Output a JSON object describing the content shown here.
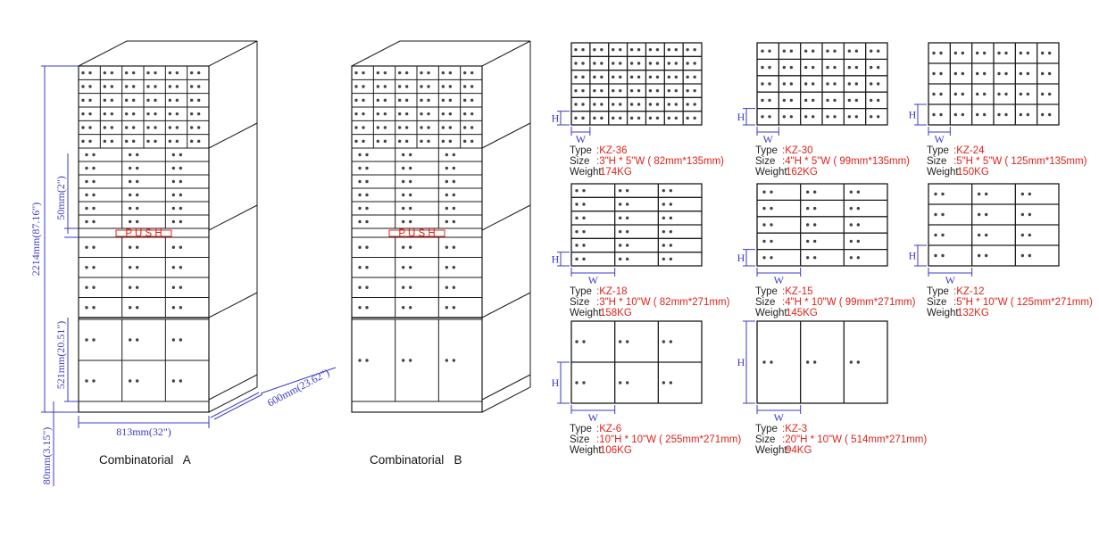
{
  "colors": {
    "line": "#1a1a1a",
    "dimension": "#3a3ac8",
    "accent_red": "#e0231c"
  },
  "cabinet_a": {
    "caption": "Combinatorial   A",
    "push_label": "P U S H",
    "dimensions": {
      "total_height": "2214mm(87.16\")",
      "row_height": "50mm(2\")",
      "lower_height": "521mm(20.51\")",
      "base_height": "80mm(3.15\")",
      "width": "813mm(32\")",
      "depth": "600mm(23.62\")"
    }
  },
  "cabinet_b": {
    "caption": "Combinatorial   B",
    "push_label": "P U S H"
  },
  "h_marker": "H",
  "w_marker": "W",
  "field_labels": {
    "type": "Type",
    "size": "Size",
    "weight": "Weight:"
  },
  "models": [
    {
      "type": ":KZ-36",
      "size": ":3\"H * 5\"W ( 82mm*135mm)",
      "weight": "174KG"
    },
    {
      "type": ":KZ-30",
      "size": ":4\"H * 5\"W ( 99mm*135mm)",
      "weight": "162KG"
    },
    {
      "type": ":KZ-24",
      "size": ":5\"H * 5\"W ( 125mm*135mm)",
      "weight": "150KG"
    },
    {
      "type": ":KZ-18",
      "size": ":3\"H * 10\"W ( 82mm*271mm)",
      "weight": "158KG"
    },
    {
      "type": ":KZ-15",
      "size": ":4\"H * 10\"W ( 99mm*271mm)",
      "weight": "145KG"
    },
    {
      "type": ":KZ-12",
      "size": ":5\"H * 10\"W ( 125mm*271mm)",
      "weight": "132KG"
    },
    {
      "type": ":KZ-6",
      "size": ":10\"H * 10\"W ( 255mm*271mm)",
      "weight": "106KG"
    },
    {
      "type": ":KZ-3",
      "size": ":20\"H * 10\"W ( 514mm*271mm)",
      "weight": "94KG"
    }
  ]
}
